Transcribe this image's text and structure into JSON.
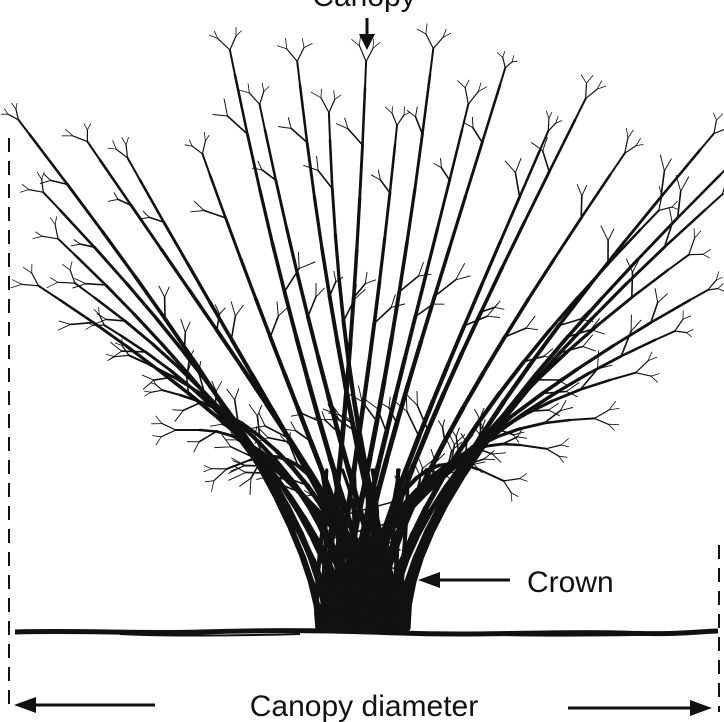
{
  "diagram": {
    "labels": {
      "canopy_top": "Canopy",
      "crown": "Crown",
      "canopy_diameter": "Canopy diameter"
    },
    "colors": {
      "ink": "#111111",
      "background": "#ffffff"
    }
  }
}
